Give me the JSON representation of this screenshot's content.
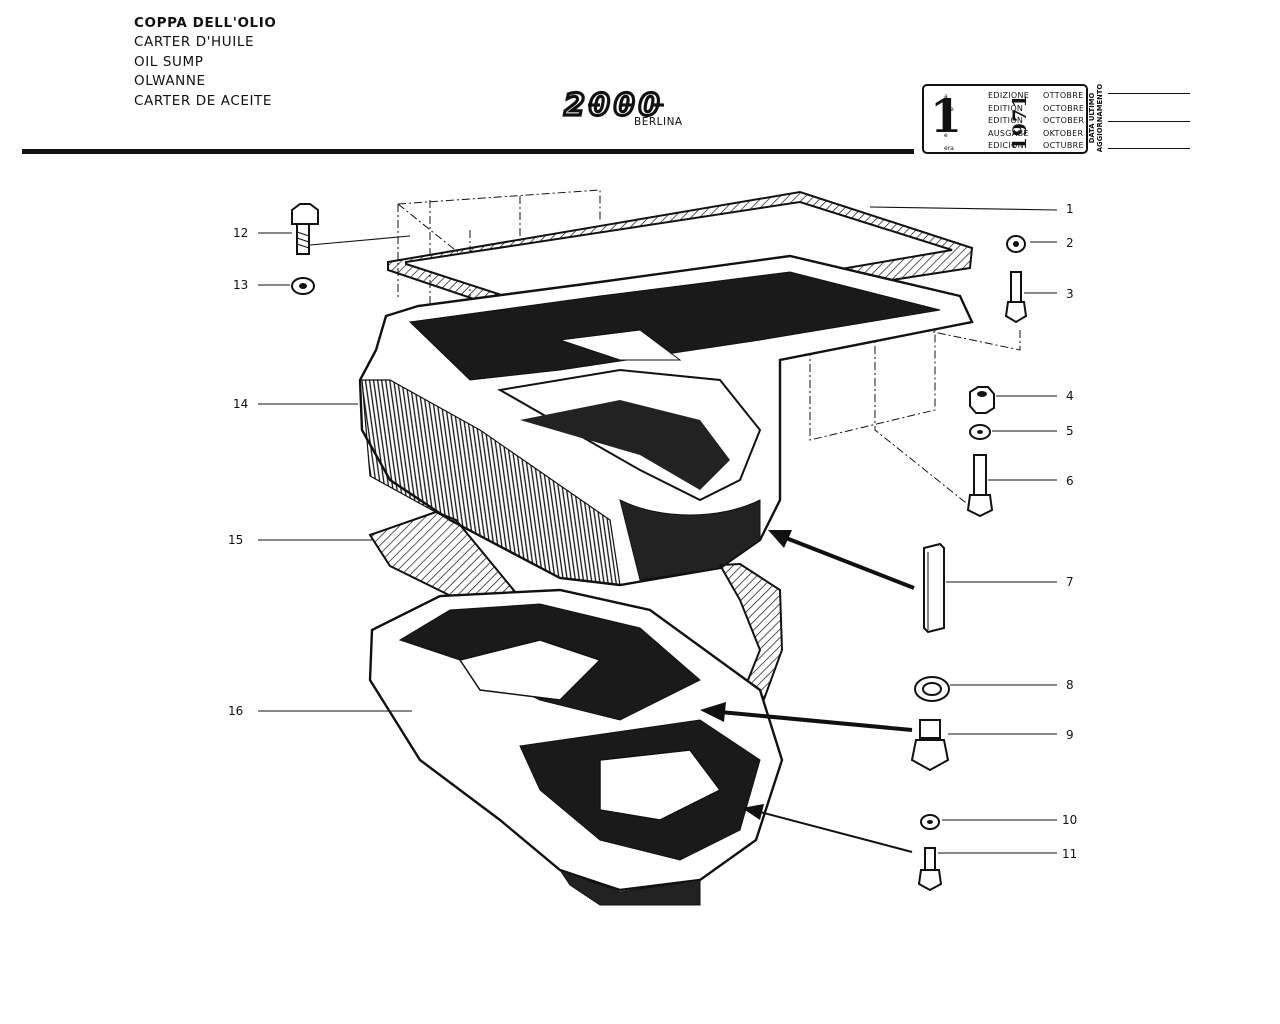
{
  "header": {
    "titles": [
      "COPPA DELL'OLIO",
      "CARTER D'HUILE",
      "OIL SUMP",
      "OLWANNE",
      "CARTER DE ACEITE"
    ],
    "model": "2000",
    "model_sub": "BERLINA"
  },
  "edition_box": {
    "number": "1",
    "suffixes": [
      "a",
      "ere",
      "st",
      "e",
      "era"
    ],
    "edition_words": [
      "EDIZIONE",
      "EDITION",
      "EDITION",
      "AUSGABE",
      "EDICION"
    ],
    "months": [
      "OTTOBRE",
      "OCTOBRE",
      "OCTOBER",
      "OKTOBER",
      "OCTUBRE"
    ],
    "year": "1971",
    "update_label_1": "DATA ULTIMO",
    "update_label_2": "AGGIORNAMENTO"
  },
  "callouts": [
    "1",
    "2",
    "3",
    "4",
    "5",
    "6",
    "7",
    "8",
    "9",
    "10",
    "11",
    "12",
    "13",
    "14",
    "15",
    "16"
  ],
  "parts": [
    "gasket-upper",
    "nut",
    "bolt",
    "nut",
    "washer",
    "stud",
    "key",
    "washer",
    "drain-plug",
    "washer",
    "bolt",
    "bolt",
    "washer",
    "sump-upper",
    "gasket-lower",
    "sump-lower"
  ]
}
